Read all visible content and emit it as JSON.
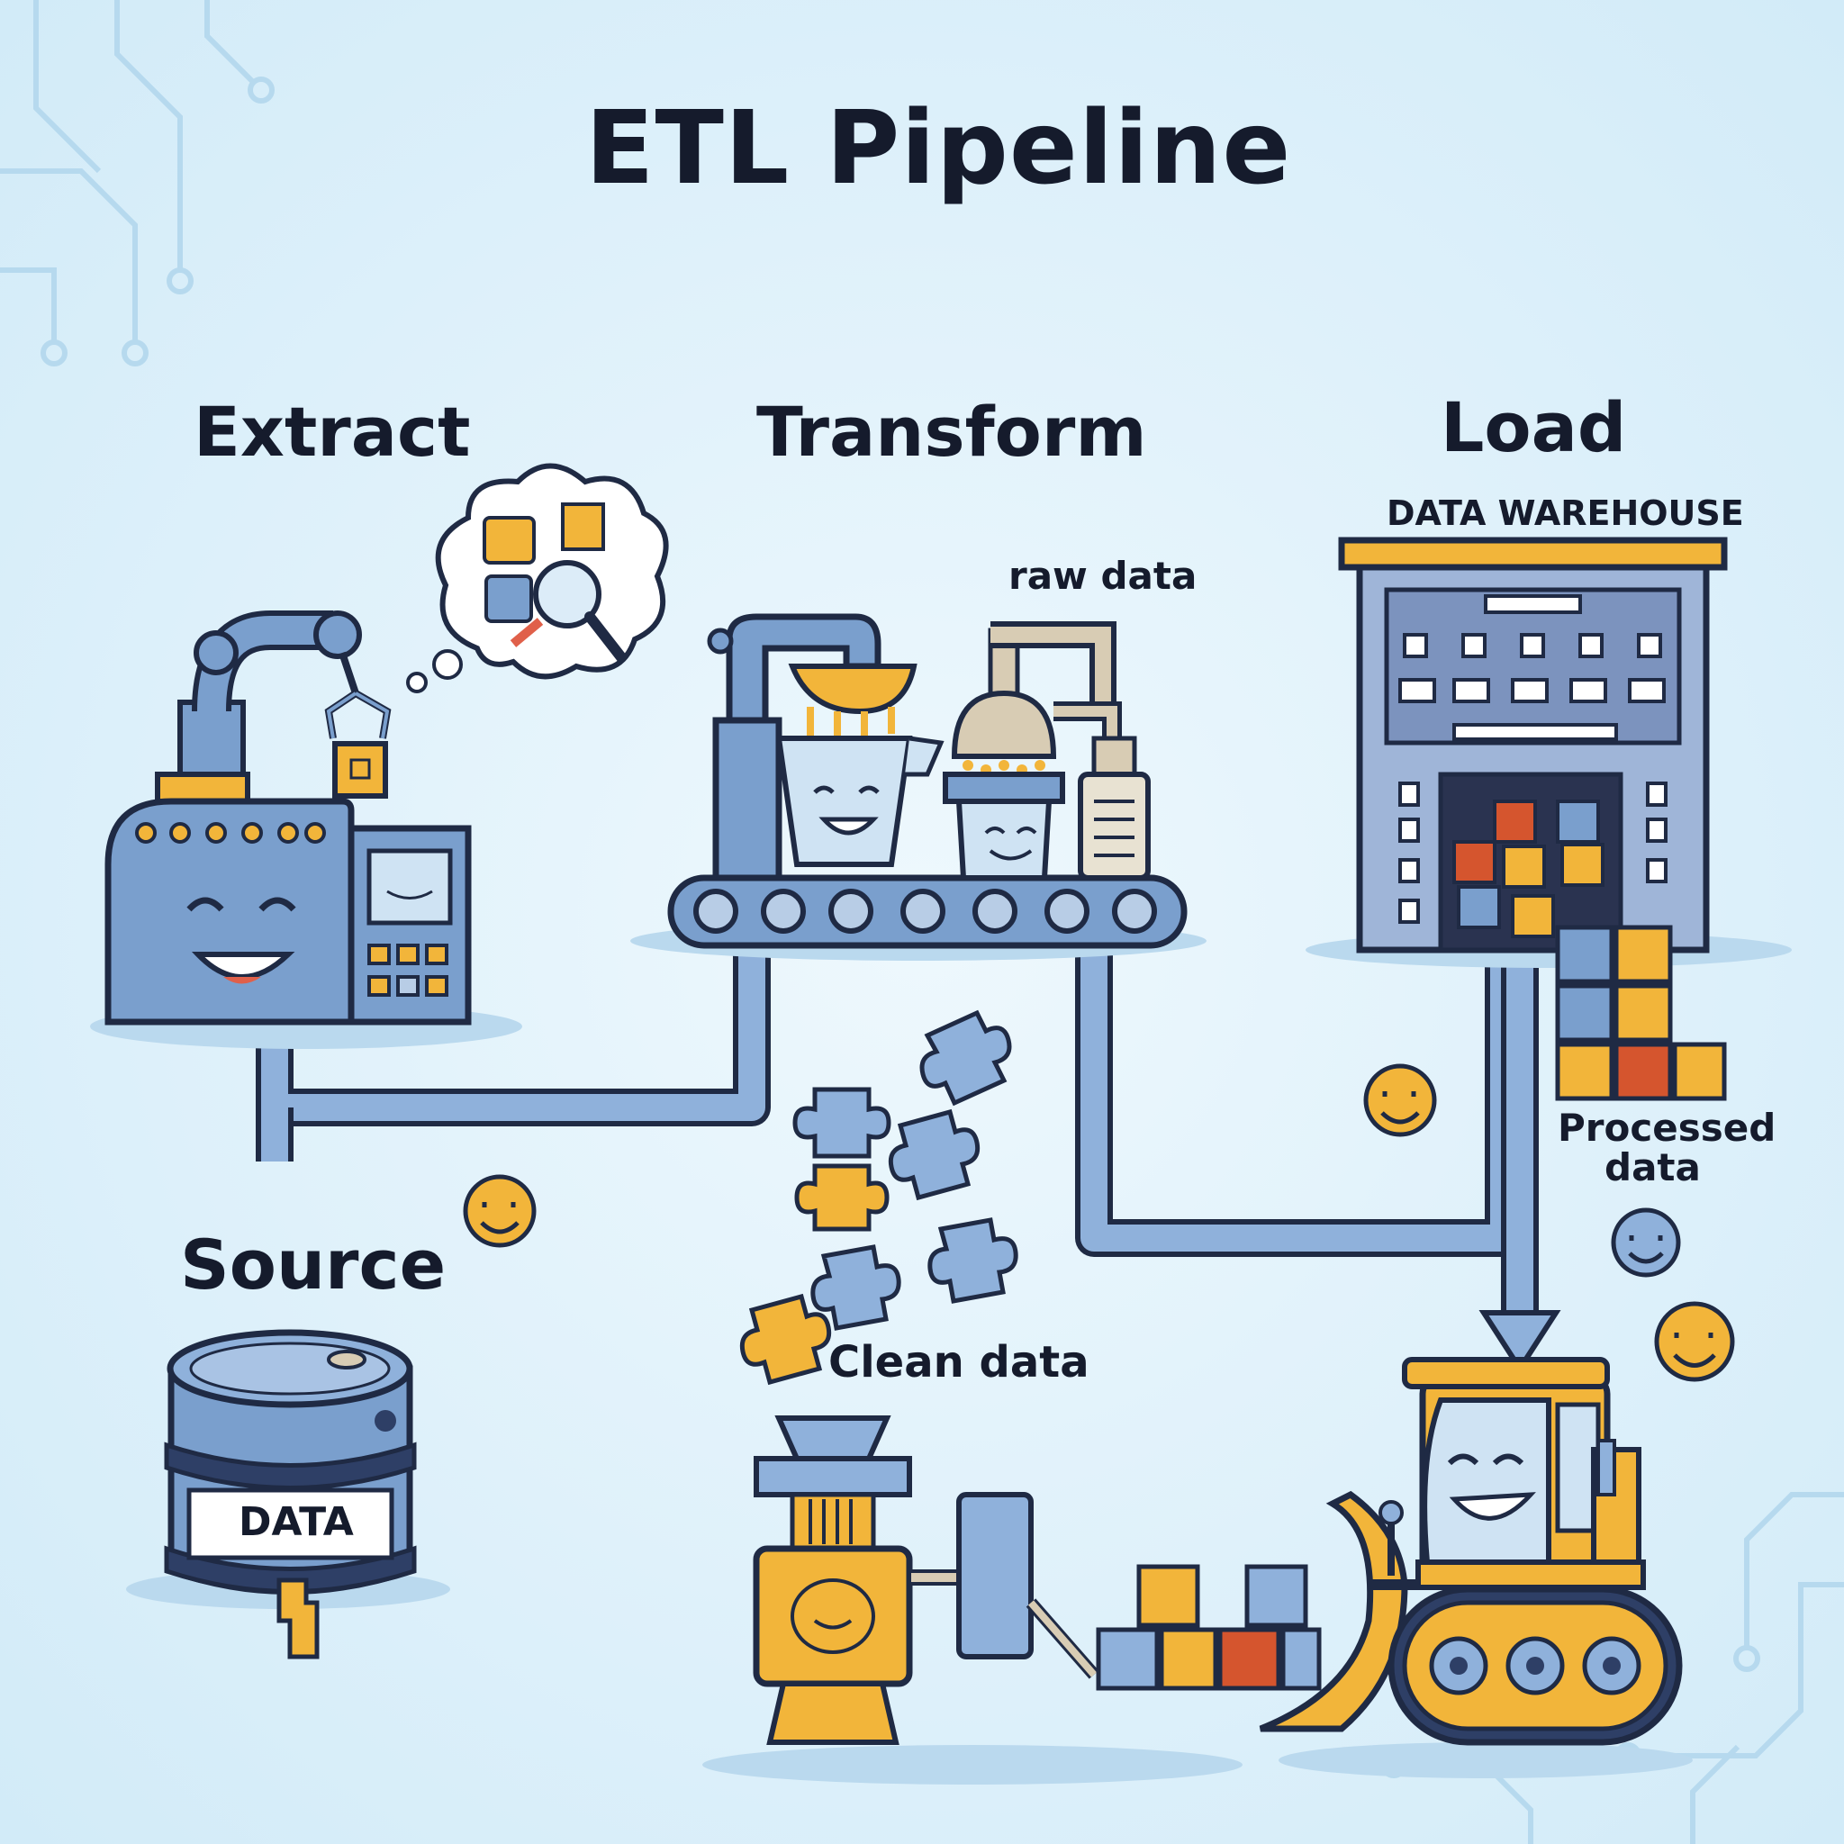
{
  "title": "ETL Pipeline",
  "stages": {
    "extract": "Extract",
    "transform": "Transform",
    "load": "Load",
    "source": "Source"
  },
  "labels": {
    "data_warehouse": "DATA WAREHOUSE",
    "raw_data": "raw data",
    "clean_data": "Clean data",
    "processed_data_line1": "Processed",
    "processed_data_line2": "data",
    "barrel": "DATA"
  },
  "colors": {
    "background": "#dcf0fb",
    "machine_blue": "#7a9fcd",
    "machine_dark": "#4f6b9a",
    "accent_orange": "#f2b53a",
    "crate_red": "#d5552e",
    "outline": "#1f2a44"
  },
  "icons": [
    "robot-arm-icon",
    "thought-bubble-icon",
    "magnifier-icon",
    "juicer-machine-icon",
    "conveyor-belt-icon",
    "warehouse-icon",
    "bulldozer-icon",
    "barrel-icon",
    "puzzle-piece-icon",
    "smiley-icon",
    "crate-icon"
  ]
}
